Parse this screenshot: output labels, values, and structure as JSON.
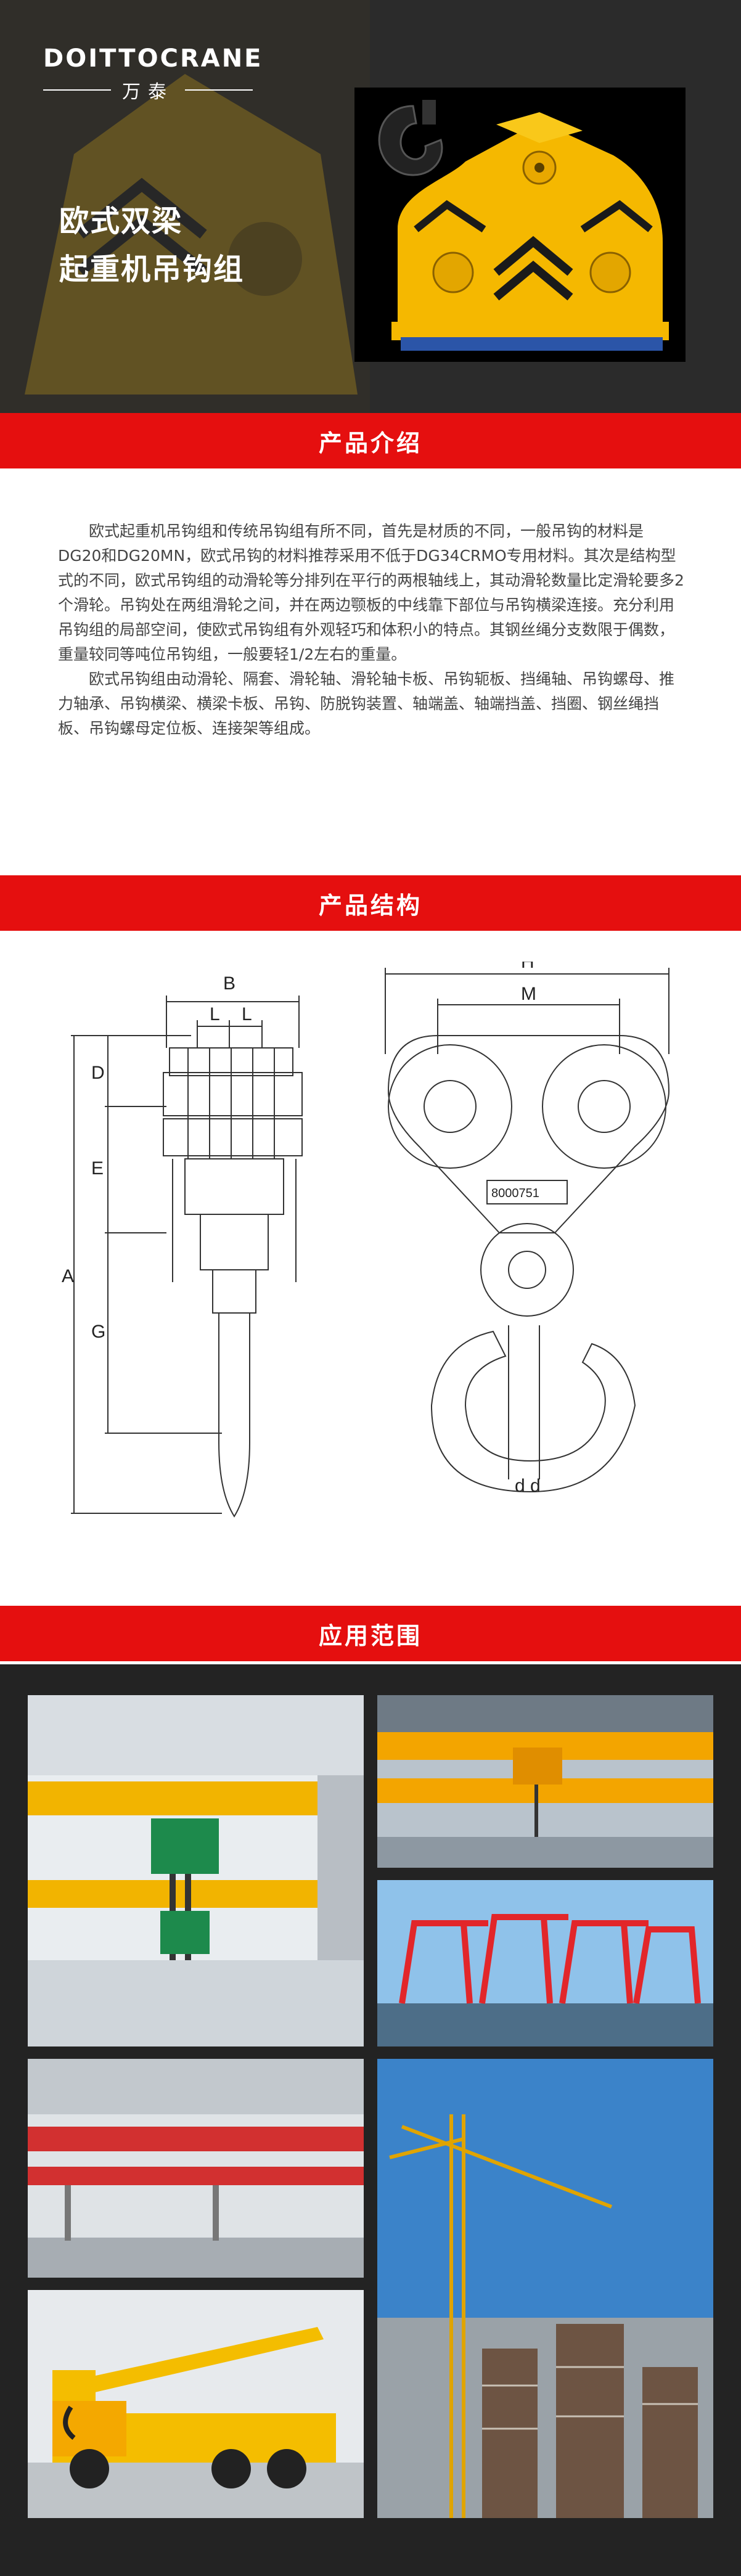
{
  "hero": {
    "brand_en": "DOITTOCRANE",
    "brand_cn": "万泰",
    "title_line1": "欧式双梁",
    "title_line2": "起重机吊钩组"
  },
  "sections": {
    "intro_title": "产品介绍",
    "structure_title": "产品结构",
    "application_title": "应用范围"
  },
  "intro": {
    "paragraph1": "欧式起重机吊钩组和传统吊钩组有所不同，首先是材质的不同，一般吊钩的材料是DG20和DG20MN，欧式吊钩的材料推荐采用不低于DG34CRMO专用材料。其次是结构型式的不同，欧式吊钩组的动滑轮等分排列在平行的两根轴线上，其动滑轮数量比定滑轮要多2个滑轮。吊钩处在两组滑轮之间，并在两边颚板的中线靠下部位与吊钩横梁连接。充分利用吊钩组的局部空间，使欧式吊钩组有外观轻巧和体积小的特点。其钢丝绳分支数限于偶数，重量较同等吨位吊钩组，一般要轻1/2左右的重量。",
    "paragraph2": "欧式吊钩组由动滑轮、隔套、滑轮轴、滑轮轴卡板、吊钩轭板、挡绳轴、吊钩螺母、推力轴承、吊钩横梁、横梁卡板、吊钩、防脱钩装置、轴端盖、轴端挡盖、挡圈、钢丝绳挡板、吊钩螺母定位板、连接架等组成。"
  },
  "diagram": {
    "labels": {
      "B": "B",
      "L1": "L",
      "L2": "L",
      "D": "D",
      "E": "E",
      "A": "A",
      "G": "G",
      "H": "H",
      "M": "M",
      "d1": "d",
      "d2": "d"
    },
    "plate": "8000751"
  },
  "colors": {
    "accent_red": "#e50f0f",
    "hero_bg": "#2b2b2b",
    "app_bg": "#232323",
    "crane_yellow": "#f5b800"
  }
}
